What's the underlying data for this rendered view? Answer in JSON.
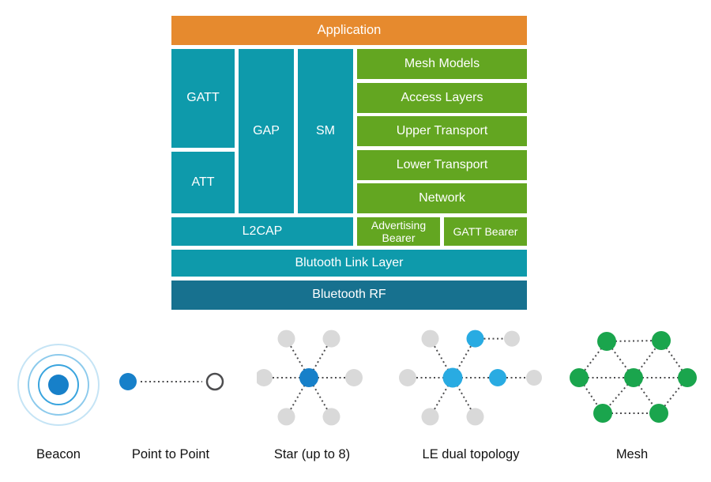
{
  "colors": {
    "orange": "#E68A2E",
    "teal": "#0E9AAB",
    "tealdark": "#17718F",
    "green": "#63A621",
    "nodeblue": "#1780C9",
    "nodelightblue": "#29ABE2",
    "nodegray": "#D9D9D9",
    "nodegreen": "#1AA54D",
    "ringblue": "#2E9FDC",
    "linegray": "#4D4D4F"
  },
  "stack": {
    "application": "Application",
    "gatt": "GATT",
    "gap": "GAP",
    "sm": "SM",
    "att": "ATT",
    "mesh_models": "Mesh Models",
    "access_layers": "Access Layers",
    "upper_transport": "Upper Transport",
    "lower_transport": "Lower Transport",
    "network": "Network",
    "l2cap": "L2CAP",
    "advertising_bearer": "Advertising Bearer",
    "gatt_bearer": "GATT Bearer",
    "link_layer": "Blutooth Link Layer",
    "rf": "Bluetooth RF"
  },
  "topologies": {
    "beacon": {
      "label": "Beacon"
    },
    "point_to_point": {
      "label": "Point to Point"
    },
    "star": {
      "label": "Star (up to 8)"
    },
    "le_dual": {
      "label": "LE dual topology"
    },
    "mesh": {
      "label": "Mesh"
    }
  }
}
